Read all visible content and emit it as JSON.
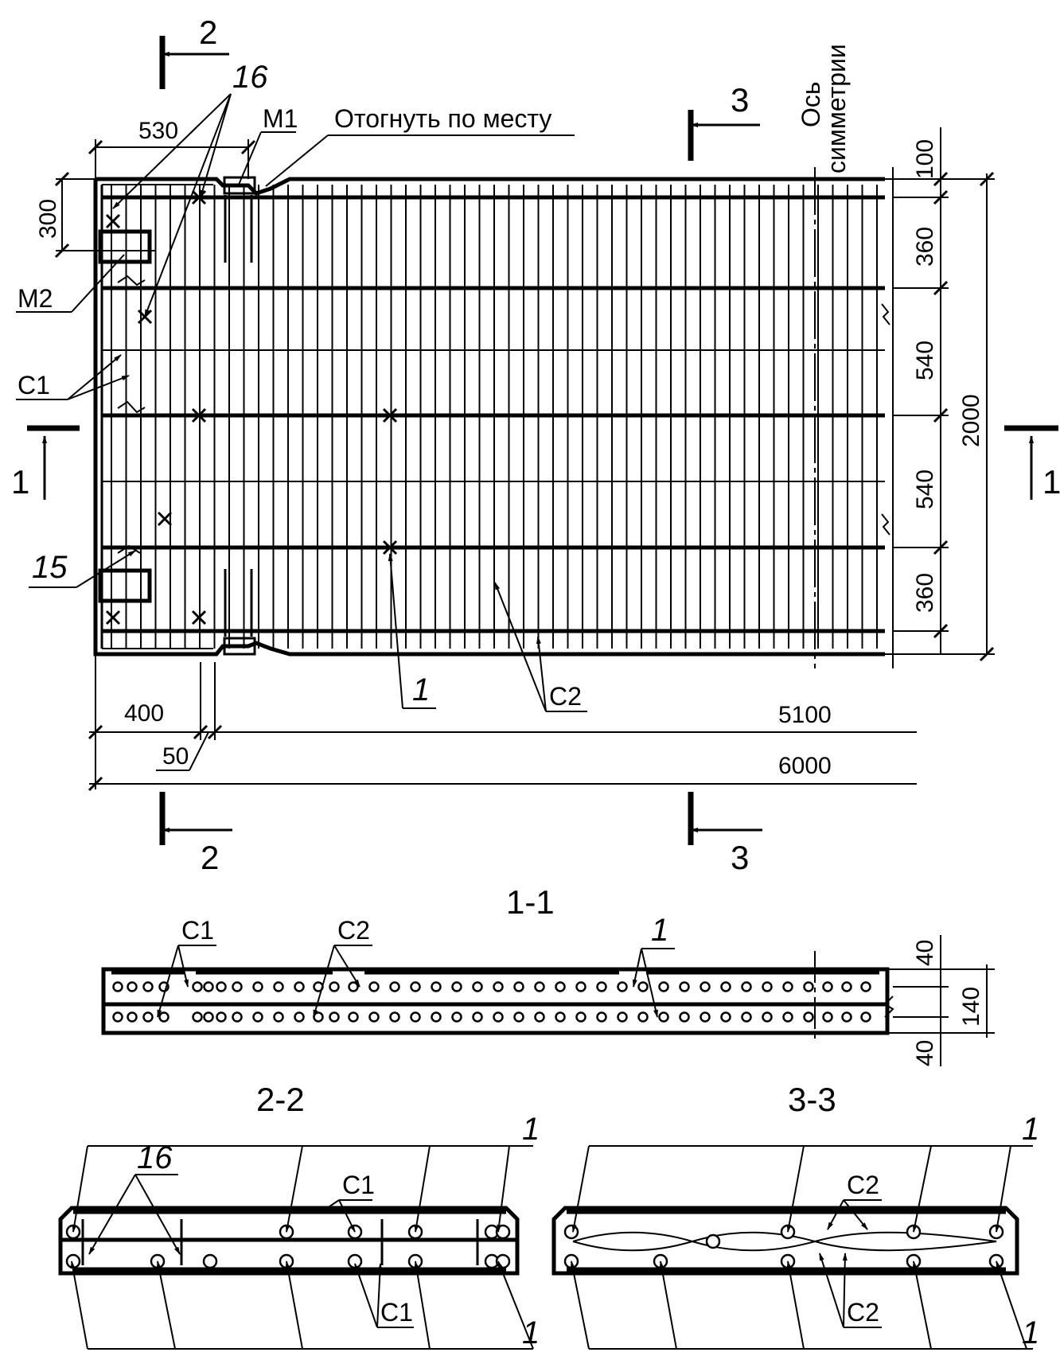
{
  "plan": {
    "section_1_left": "1",
    "section_1_right": "1",
    "section_2_top": "2",
    "section_2_bottom": "2",
    "section_3_top": "3",
    "section_3_bottom": "3",
    "label_16": "16",
    "label_15": "15",
    "label_1": "1",
    "label_m1": "М1",
    "label_m2": "М2",
    "label_c1": "С1",
    "label_c2": "С2",
    "note_bend": "Отогнуть по месту",
    "axis_line1": "Ось",
    "axis_line2": "симметрии"
  },
  "dimensions": {
    "d530": "530",
    "d300": "300",
    "d400": "400",
    "d50": "50",
    "d5100": "5100",
    "d6000": "6000",
    "d100": "100",
    "d360_top": "360",
    "d540_top": "540",
    "d540_bottom": "540",
    "d360_bottom": "360",
    "d2000": "2000",
    "d40_top": "40",
    "d140": "140",
    "d40_bottom": "40"
  },
  "section_1_1": {
    "title": "1-1",
    "label_c1": "С1",
    "label_c2": "С2",
    "label_1": "1"
  },
  "section_2_2": {
    "title": "2-2",
    "label_16": "16",
    "label_c1_top": "С1",
    "label_c1_bottom": "С1",
    "label_1_top": "1",
    "label_1_bottom": "1"
  },
  "section_3_3": {
    "title": "3-3",
    "label_c2_top": "С2",
    "label_c2_bottom": "С2",
    "label_1_top": "1",
    "label_1_bottom": "1"
  }
}
